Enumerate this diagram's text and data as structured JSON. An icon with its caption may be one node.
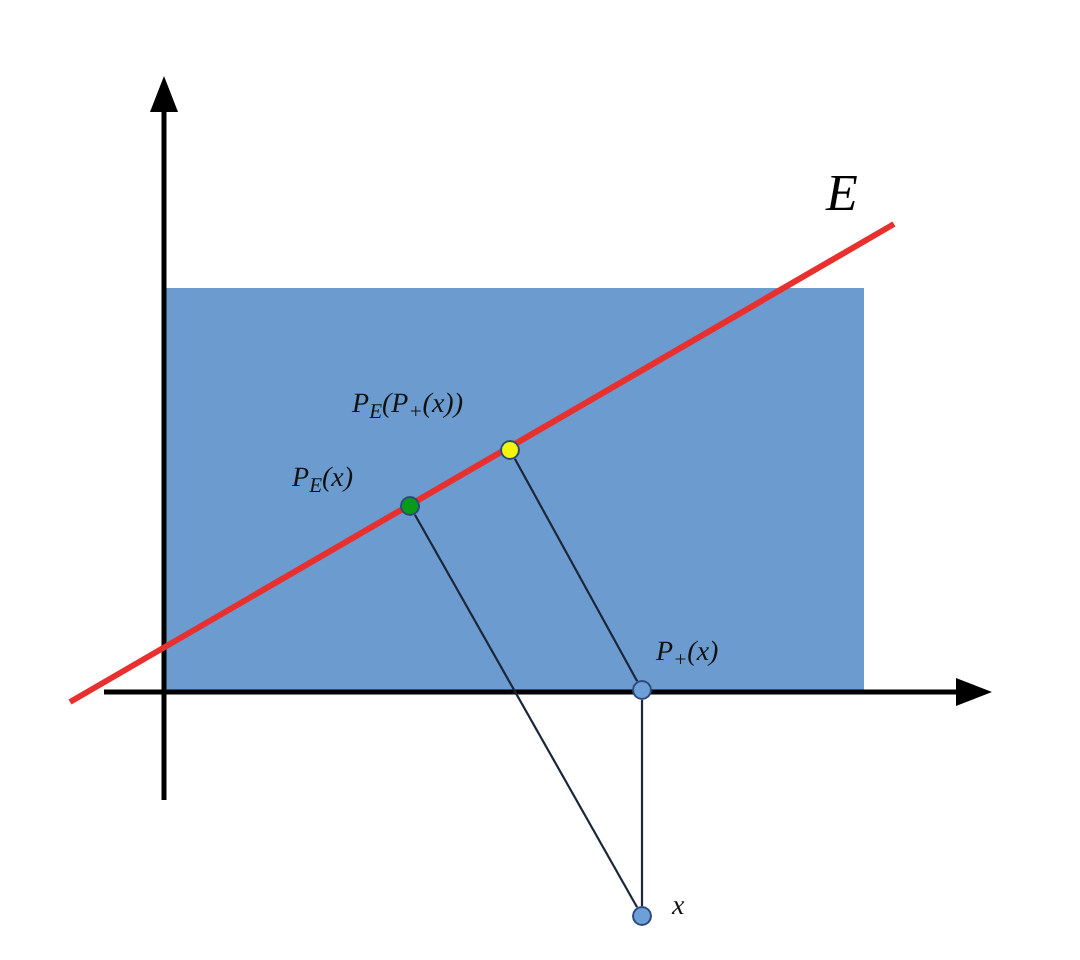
{
  "diagram": {
    "nodes": [
      {
        "text": [],
        "shape": "circle",
        "beside": [
          "P$_{E}$(P$_{+}$(x))"
        ]
      },
      {
        "text": [],
        "shape": "circle",
        "beside": [
          "P$_{E}$(x)"
        ]
      },
      {
        "text": [],
        "shape": "circle",
        "beside": [
          "P$_{+}$(x)"
        ]
      },
      {
        "text": [],
        "shape": "circle",
        "beside": [
          "x"
        ]
      }
    ],
    "edges": [
      {
        "from": 3,
        "to": 1,
        "arrow": "none"
      },
      {
        "from": 2,
        "to": 0,
        "arrow": "none"
      },
      {
        "from": 3,
        "to": 2,
        "arrow": "none"
      }
    ],
    "labels": [
      "E"
    ]
  }
}
